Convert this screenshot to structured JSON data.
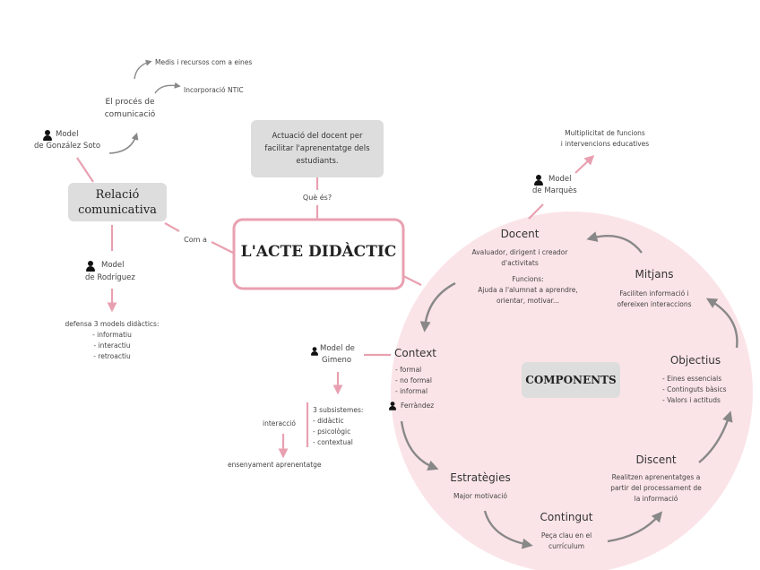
{
  "colors": {
    "accent": "#e8a0b0",
    "circle_fill": "#fbe4e8",
    "arrow_gray": "#888888",
    "box_gray": "#dddddd"
  },
  "central": {
    "title": "L'ACTE DIDÀCTIC"
  },
  "definition": {
    "text_l1": "Actuació del docent per",
    "text_l2": "facilitar l'aprenentatge dels",
    "text_l3": "estudiants.",
    "link": "Què és?"
  },
  "relacio": {
    "title_l1": "Relació",
    "title_l2": "comunicativa",
    "link": "Com a",
    "proces_l1": "El procés de",
    "proces_l2": "comunicació",
    "medis": "Medis i recursos com a eines",
    "ntic": "Incorporació NTIC",
    "soto_l1": "Model",
    "soto_l2": "de González Soto",
    "rodriguez_l1": "Model",
    "rodriguez_l2": "de Rodríguez",
    "models_head": "defensa 3 models didàctics:",
    "models_1": "- informatiu",
    "models_2": "- interactiu",
    "models_3": "- retroactiu"
  },
  "gimeno": {
    "l1": "Model de",
    "l2": "Gimeno",
    "sub_head": "3 subsistemes:",
    "sub_1": "- didàctic",
    "sub_2": "- psicològic",
    "sub_3": "- contextual",
    "interaccio": "interacció",
    "ensenyament": "ensenyament aprenentatge"
  },
  "components": {
    "title": "COMPONENTS",
    "docent": {
      "title": "Docent",
      "d1": "Avaluador, dirigent i creador",
      "d2": "d'activitats",
      "f0": "Funcions:",
      "f1": "Ajuda a l'alumnat a aprendre,",
      "f2": "orientar, motivar..."
    },
    "marques": {
      "l1": "Model",
      "l2": "de Marquès",
      "out1": "Multiplicitat de funcions",
      "out2": "i intervencions educatives"
    },
    "mitjans": {
      "title": "Mitjans",
      "d1": "Faciliten informació i",
      "d2": "ofereixen interaccions"
    },
    "objectius": {
      "title": "Objectius",
      "d1": "- Eines essencials",
      "d2": "- Continguts bàsics",
      "d3": "- Valors i actituds"
    },
    "discent": {
      "title": "Discent",
      "d1": "Realitzen aprenentatges a",
      "d2": "partir del processament de",
      "d3": "la informació"
    },
    "contingut": {
      "title": "Contingut",
      "d1": "Peça clau en el",
      "d2": "currículum"
    },
    "estrategies": {
      "title": "Estratègies",
      "d1": "Major motivació"
    },
    "context": {
      "title": "Context",
      "d1": "- formal",
      "d2": "- no formal",
      "d3": "- informal",
      "ferrandez": "Ferràndez"
    }
  }
}
